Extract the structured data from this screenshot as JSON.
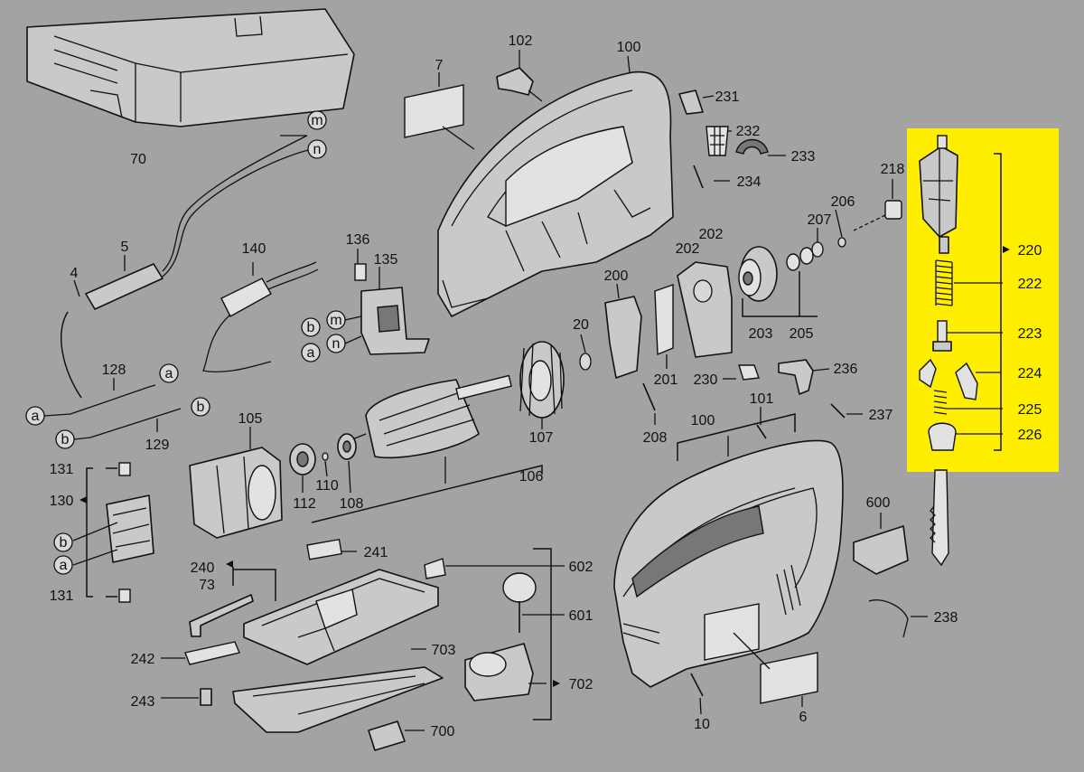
{
  "highlight_color": "#ffee00",
  "background_color": "#a3a3a3",
  "labels": {
    "l70": "70",
    "l7": "7",
    "l102": "102",
    "l100a": "100",
    "l231": "231",
    "l232": "232",
    "l233": "233",
    "l234": "234",
    "l218": "218",
    "l206": "206",
    "l207": "207",
    "l202a": "202",
    "l202b": "202",
    "l220": "220",
    "l222": "222",
    "l223": "223",
    "l224": "224",
    "l225": "225",
    "l226": "226",
    "l203": "203",
    "l205": "205",
    "l200": "200",
    "l20": "20",
    "l201": "201",
    "l230": "230",
    "l236": "236",
    "l101": "101",
    "l237": "237",
    "l100b": "100",
    "l208": "208",
    "l107": "107",
    "l106": "106",
    "l5": "5",
    "l4": "4",
    "l140": "140",
    "l136": "136",
    "l135": "135",
    "l128": "128",
    "l129": "129",
    "l105": "105",
    "l131a": "131",
    "l130": "130",
    "l131b": "131",
    "l112": "112",
    "l110": "110",
    "l108": "108",
    "l241": "241",
    "l240": "240",
    "l73": "73",
    "l242": "242",
    "l243": "243",
    "l703": "703",
    "l700": "700",
    "l602": "602",
    "l601": "601",
    "l702": "702",
    "l10": "10",
    "l6": "6",
    "l600": "600",
    "l238": "238"
  },
  "wire_markers": {
    "m1": "m",
    "n1": "n",
    "m2": "m",
    "n2": "n",
    "b1": "b",
    "a1": "a",
    "a2": "a",
    "a3": "a",
    "b2": "b",
    "b3": "b",
    "b4": "b",
    "a4": "a"
  }
}
